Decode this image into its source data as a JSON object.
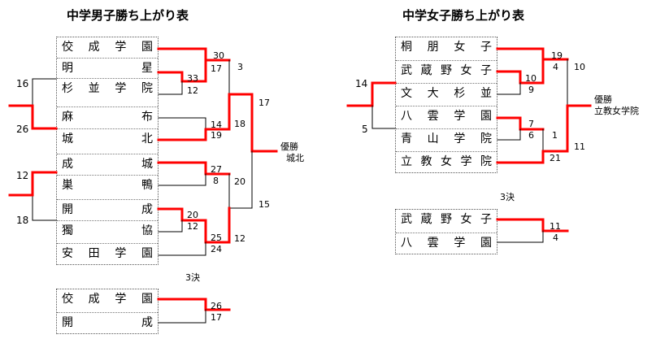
{
  "boys": {
    "title": "中学男子勝ち上がり表",
    "teams": [
      "佼成学園",
      "明星",
      "杉並学院",
      "麻布",
      "城北",
      "成城",
      "巣鴨",
      "開成",
      "獨協",
      "安田学園"
    ],
    "scores": {
      "r1_a": "16",
      "r1_b": "26",
      "r1_c": "12",
      "r1_d": "18",
      "kosei_1": "30",
      "meisei_1": "17",
      "meisei_2": "33",
      "suginami": "12",
      "azabu": "14",
      "johoku_1": "19",
      "seijo": "27",
      "sugamo": "8",
      "kaisei_1": "20",
      "dokkyo": "12",
      "yasuda_1": "25",
      "yasuda_2": "24",
      "kosei_sf": "3",
      "johoku_sf": "18",
      "seijo_sf": "20",
      "yasuda_sf": "12",
      "johoku_f": "17",
      "seijo_f": "15"
    },
    "winner_label": "優勝",
    "winner_name": "城北",
    "third_label": "3決",
    "third_teams": [
      "佼成学園",
      "開成"
    ],
    "third_scores": [
      "26",
      "17"
    ]
  },
  "girls": {
    "title": "中学女子勝ち上がり表",
    "teams": [
      "桐朋女子",
      "武蔵野女子",
      "文大杉並",
      "八雲学園",
      "青山学院",
      "立教女学院"
    ],
    "scores": {
      "r1_a": "14",
      "r1_b": "5",
      "toho": "19",
      "musashino_1": "4",
      "musashino_2": "10",
      "bundai": "9",
      "yakumo": "7",
      "aoyama": "6",
      "toho_sf": "10",
      "yakumo_sf": "1",
      "rikkyo": "21",
      "rikkyo_f": "11"
    },
    "winner_label": "優勝",
    "winner_name": "立教女学院",
    "third_label": "3決",
    "third_teams": [
      "武蔵野女子",
      "八雲学園"
    ],
    "third_scores": [
      "11",
      "4"
    ]
  },
  "colors": {
    "win": "#ff0000",
    "line": "#000000"
  }
}
